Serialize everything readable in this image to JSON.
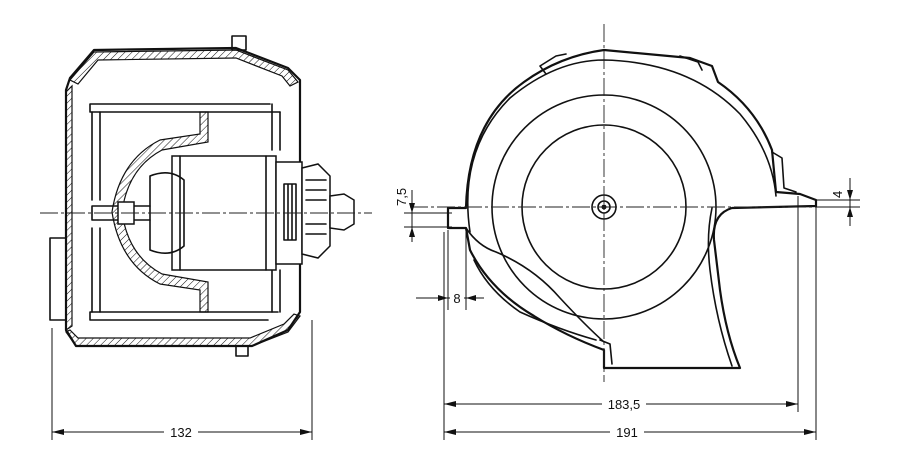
{
  "dimensions": {
    "side_width": "132",
    "outlet_offset": "183,5",
    "overall_width": "191",
    "inlet_offset": "8",
    "height_offset_left": "7,5",
    "height_offset_right": "4"
  }
}
